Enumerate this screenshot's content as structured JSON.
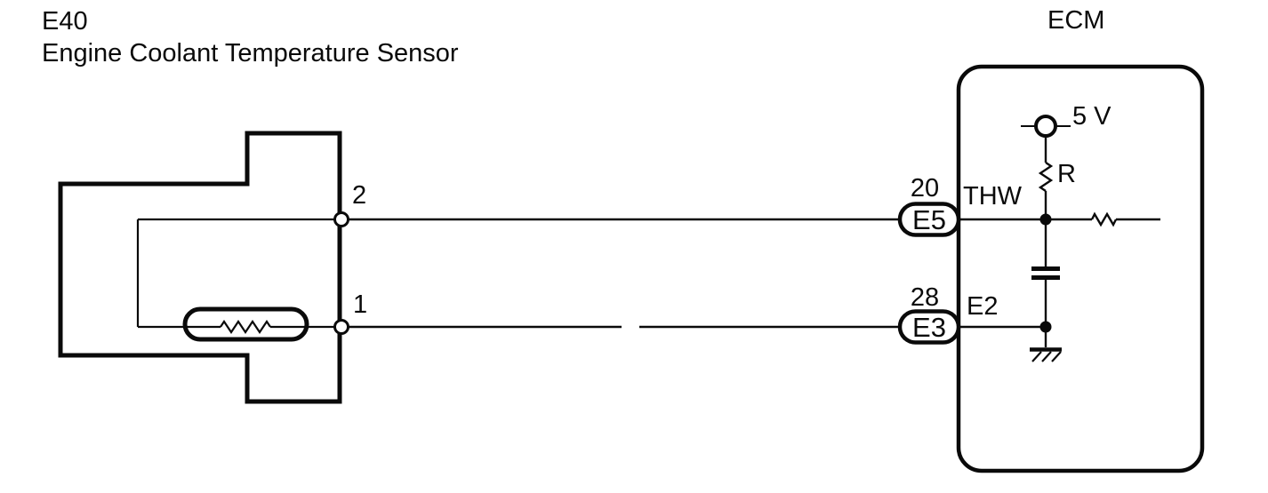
{
  "colors": {
    "line": "#0a0a0a",
    "background": "#ffffff"
  },
  "sensor": {
    "code": "E40",
    "name": "Engine Coolant Temperature Sensor",
    "pin_top": "2",
    "pin_bottom": "1"
  },
  "ecm": {
    "title": "ECM",
    "supply_voltage": "5 V",
    "resistor_label": "R",
    "top_terminal": {
      "pin": "20",
      "connector": "E5",
      "signal": "THW"
    },
    "bottom_terminal": {
      "pin": "28",
      "connector": "E3",
      "signal": "E2"
    }
  }
}
